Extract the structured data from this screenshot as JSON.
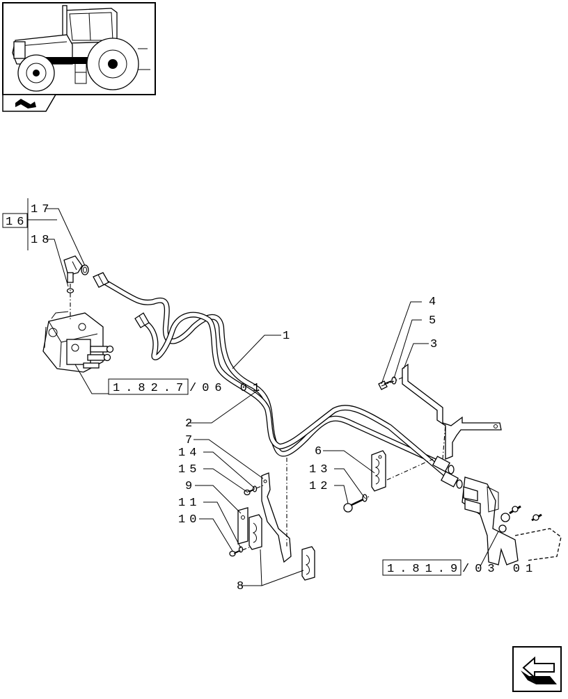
{
  "thumbnail": {
    "icon": "tractor-icon",
    "tab_icon": "bookmark-tab-icon"
  },
  "callouts": [
    {
      "id": "c1",
      "text": "1"
    },
    {
      "id": "c2",
      "text": "2"
    },
    {
      "id": "c3",
      "text": "3"
    },
    {
      "id": "c4",
      "text": "4"
    },
    {
      "id": "c5",
      "text": "5"
    },
    {
      "id": "c6",
      "text": "6"
    },
    {
      "id": "c7",
      "text": "7"
    },
    {
      "id": "c8",
      "text": "8"
    },
    {
      "id": "c9",
      "text": "9"
    },
    {
      "id": "c10",
      "text": "10"
    },
    {
      "id": "c11",
      "text": "11"
    },
    {
      "id": "c12",
      "text": "12"
    },
    {
      "id": "c13",
      "text": "13"
    },
    {
      "id": "c14",
      "text": "14"
    },
    {
      "id": "c15",
      "text": "15"
    },
    {
      "id": "c16",
      "text": "16"
    },
    {
      "id": "c17",
      "text": "17"
    },
    {
      "id": "c18",
      "text": "18"
    }
  ],
  "references": {
    "ref1_boxed": "1.82.7",
    "ref1_suffix": "/06 01",
    "ref2_boxed": "1.81.9",
    "ref2_suffix": "/03 01"
  },
  "nav": {
    "next_icon": "next-page-arrow-icon"
  }
}
